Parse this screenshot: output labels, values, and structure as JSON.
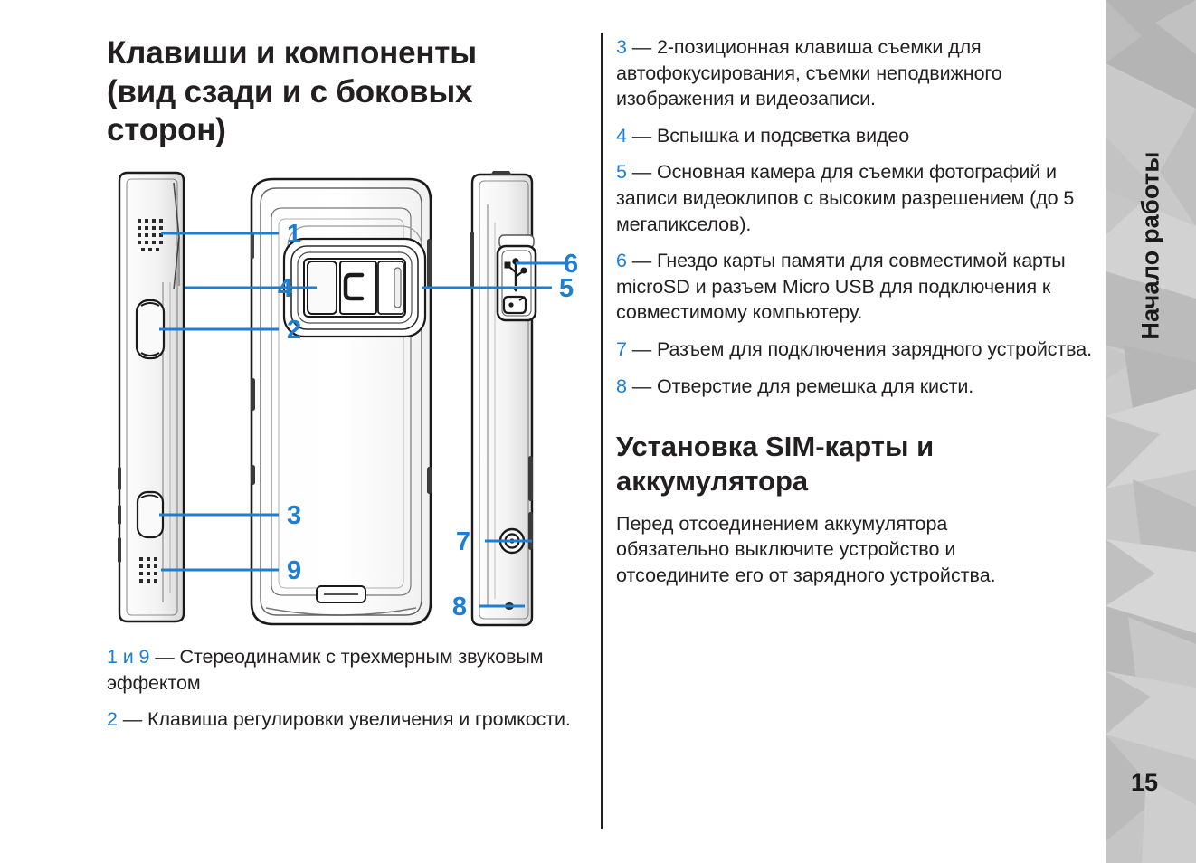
{
  "document": {
    "page_number": "15",
    "sidebar_tab_label": "Начало работы",
    "accent_color": "#1d7fd3",
    "text_color": "#231f20"
  },
  "left_column": {
    "heading": "Клавиши и компоненты (вид сзади и с боковых сторон)",
    "captions": [
      {
        "marker": "1 и 9",
        "dash": " — ",
        "text": "Стереодинамик с трехмерным звуковым эффектом"
      },
      {
        "marker": "2",
        "dash": " — ",
        "text": "Клавиша регулировки увеличения и громкости."
      }
    ]
  },
  "right_column": {
    "items": [
      {
        "marker": "3",
        "dash": " — ",
        "text": "2-позиционная клавиша съемки для автофокусирования, съемки неподвижного изображения и видеозаписи."
      },
      {
        "marker": "4",
        "dash": " — ",
        "text": "Вспышка и подсветка видео"
      },
      {
        "marker": "5",
        "dash": " — ",
        "text": "Основная камера для съемки фотографий и записи видеоклипов с высоким разрешением (до 5 мегапикселов)."
      },
      {
        "marker": "6",
        "dash": " — ",
        "text": "Гнездо карты памяти для совместимой карты microSD и разъем Micro USB для подключения к совместимому компьютеру."
      },
      {
        "marker": "7",
        "dash": " — ",
        "text": "Разъем для подключения зарядного устройства."
      },
      {
        "marker": "8",
        "dash": " — ",
        "text": "Отверстие для ремешка для кисти."
      }
    ],
    "section_heading": "Установка SIM-карты и аккумулятора",
    "section_body": "Перед отсоединением аккумулятора обязательно выключите устройство и отсоедините его от зарядного устройства."
  },
  "diagram": {
    "title": "Вид сзади и с боковых сторон телефона",
    "callouts": [
      {
        "label": "1",
        "target": "top-stereo-speaker-left-side"
      },
      {
        "label": "2",
        "target": "volume-zoom-key"
      },
      {
        "label": "3",
        "target": "capture-key"
      },
      {
        "label": "4",
        "target": "camera-flash"
      },
      {
        "label": "5",
        "target": "main-camera-lens"
      },
      {
        "label": "6",
        "target": "memory-card-and-micro-usb-slot"
      },
      {
        "label": "7",
        "target": "charger-connector"
      },
      {
        "label": "8",
        "target": "wrist-strap-hole"
      },
      {
        "label": "9",
        "target": "bottom-stereo-speaker-left-side"
      }
    ]
  }
}
